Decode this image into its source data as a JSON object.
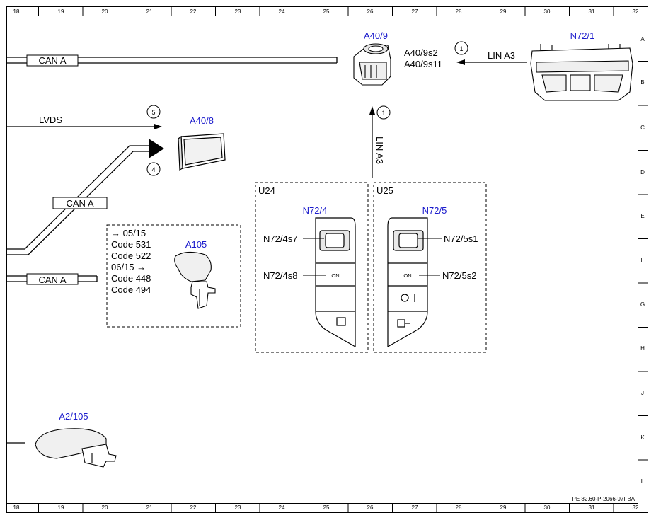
{
  "ruler": {
    "columns": [
      "18",
      "19",
      "20",
      "21",
      "22",
      "23",
      "24",
      "25",
      "26",
      "27",
      "28",
      "29",
      "30",
      "31",
      "32"
    ],
    "rows": [
      "A",
      "B",
      "C",
      "D",
      "E",
      "F",
      "G",
      "H",
      "J",
      "K",
      "L"
    ]
  },
  "components": {
    "a40_9": "A40/9",
    "a40_9s2": "A40/9s2",
    "a40_9s11": "A40/9s11",
    "n72_1": "N72/1",
    "a40_8": "A40/8",
    "a105": "A105",
    "a2_105": "A2/105",
    "n72_4": "N72/4",
    "n72_5": "N72/5",
    "n72_4s7": "N72/4s7",
    "n72_4s8": "N72/4s8",
    "n72_5s1": "N72/5s1",
    "n72_5s2": "N72/5s2"
  },
  "buses": {
    "can_a_top": "CAN A",
    "can_a_mid": "CAN A",
    "can_a_low": "CAN A",
    "lvds": "LVDS",
    "lin_a3_h": "LIN A3",
    "lin_a3_v": "LIN A3"
  },
  "markers": {
    "m1a": "1",
    "m1b": "1",
    "m5": "5",
    "m4": "4"
  },
  "groups": {
    "u24": "U24",
    "u25": "U25"
  },
  "codes": {
    "line1": "→ 05/15",
    "line2": "Code 531",
    "line3": "Code 522",
    "line4": "06/15 →",
    "line5": "Code 448",
    "line6": "Code 494"
  },
  "buttons": {
    "on_left": "ON",
    "on_right": "ON"
  },
  "footer": {
    "doc_id": "PE 82.60-P-2066-97FBA"
  }
}
